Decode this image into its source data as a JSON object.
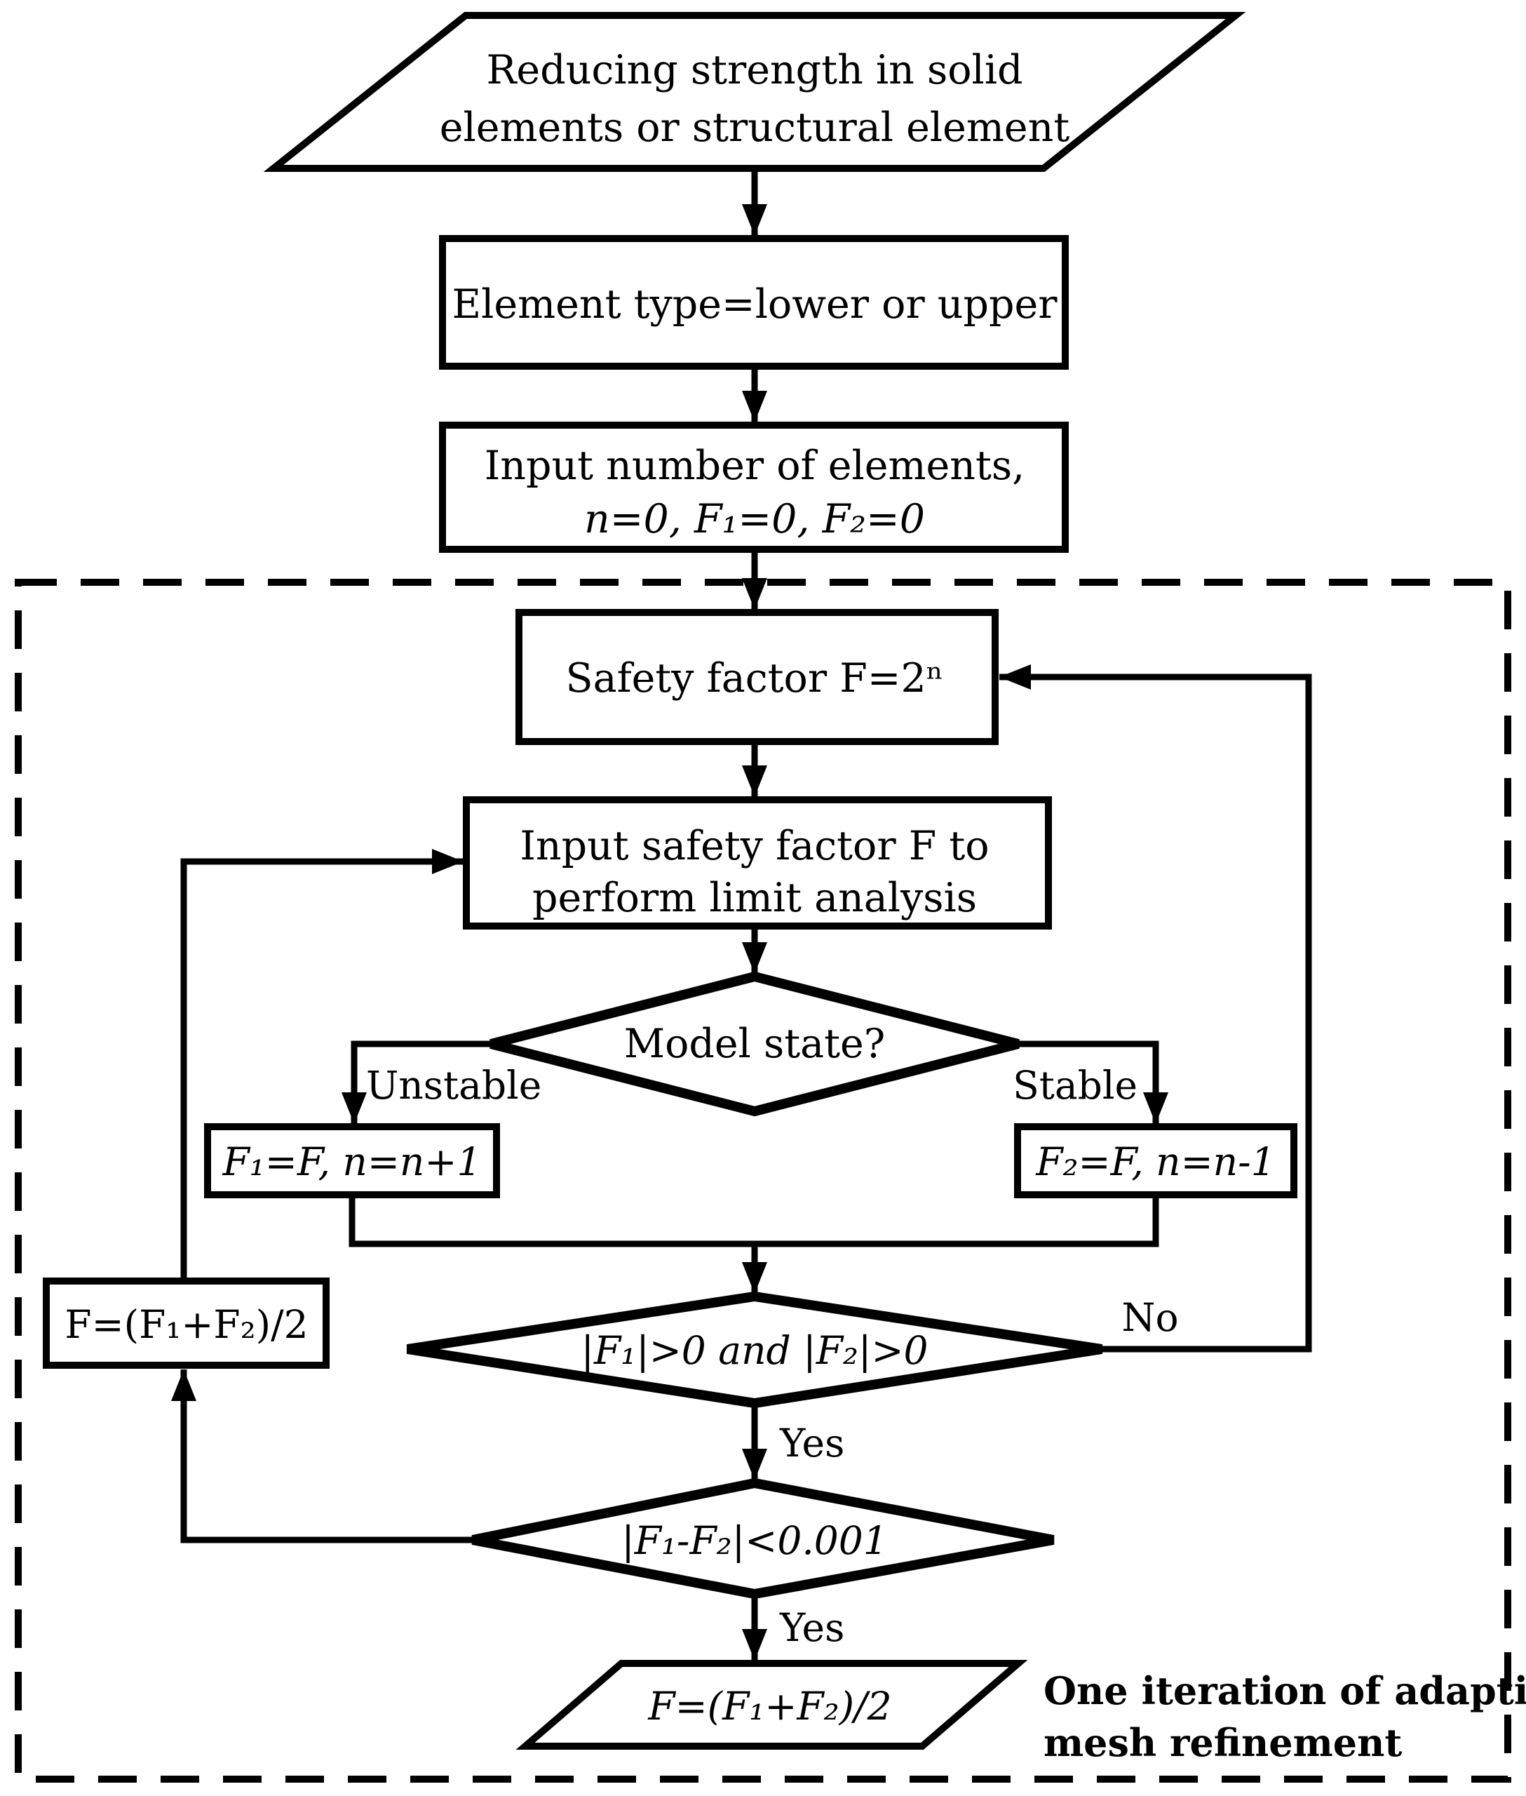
{
  "colors": {
    "line": "#000000",
    "background": "#ffffff"
  },
  "nodes": {
    "start": {
      "type": "parallelogram-io",
      "line1": "Reducing strength in solid",
      "line2": "elements or structural element"
    },
    "element_type": {
      "type": "process",
      "label": "Element type=lower or upper"
    },
    "input_elements": {
      "type": "process",
      "line1": "Input number of elements,",
      "line2": "n=0, F₁=0, F₂=0"
    },
    "safety_factor": {
      "type": "process",
      "label": "Safety factor F=2ⁿ"
    },
    "limit_analysis": {
      "type": "process",
      "line1": "Input safety factor F to",
      "line2": "perform limit analysis"
    },
    "model_state": {
      "type": "decision",
      "label": "Model state?"
    },
    "unstable_update": {
      "type": "process",
      "label": "F₁=F, n=n+1"
    },
    "stable_update": {
      "type": "process",
      "label": "F₂=F, n=n-1"
    },
    "bracket_check": {
      "type": "decision",
      "label": "|F₁|>0 and |F₂|>0"
    },
    "convergence_check": {
      "type": "decision",
      "label": "|F₁-F₂|<0.001"
    },
    "bisection": {
      "type": "process",
      "label": "F=(F₁+F₂)/2"
    },
    "output": {
      "type": "parallelogram-io",
      "label": "F=(F₁+F₂)/2"
    }
  },
  "edge_labels": {
    "unstable": "Unstable",
    "stable": "Stable",
    "no": "No",
    "yes_bracket": "Yes",
    "yes_converged": "Yes"
  },
  "annotation": {
    "line1": "One iteration of adaptive",
    "line2": "mesh refinement"
  }
}
